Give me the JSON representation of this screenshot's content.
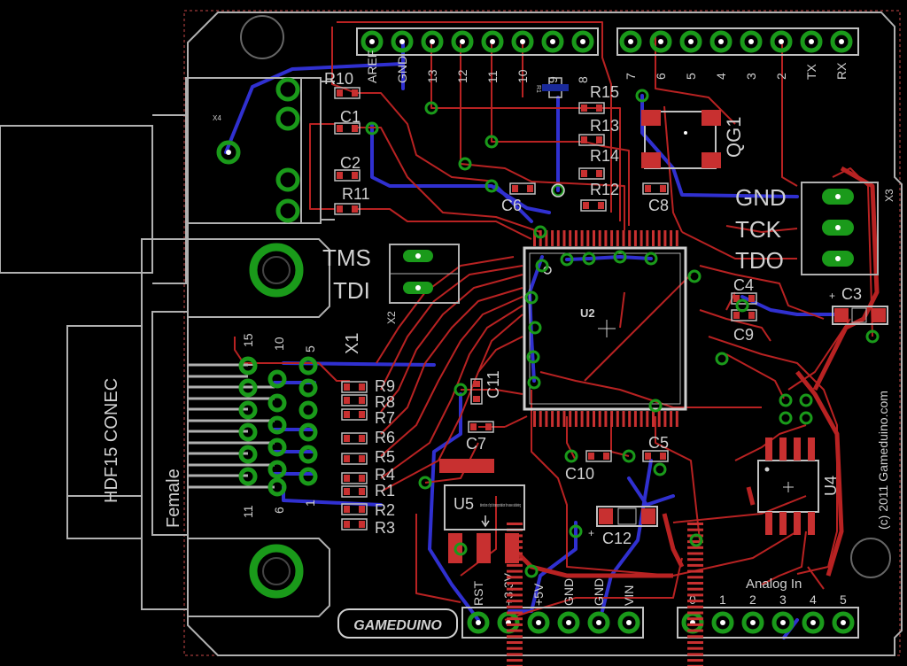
{
  "colors": {
    "background": "#000000",
    "outline": "#c8c8c8",
    "top_copper": "#b82222",
    "bottom_copper": "#3030d0",
    "pad": "#1a9a1a",
    "smd_pad": "#c83030",
    "silk": "#d0d0d0",
    "dimension": "#c84848"
  },
  "header_top_left": {
    "pins": [
      "AREF",
      "GND",
      "13",
      "12",
      "11",
      "10",
      "9",
      "8"
    ]
  },
  "header_top_right": {
    "pins": [
      "7",
      "6",
      "5",
      "4",
      "3",
      "2",
      "TX",
      "RX"
    ]
  },
  "header_power": {
    "pins": [
      "RST",
      "+3.3V",
      "+5V",
      "GND",
      "GND",
      "VIN"
    ]
  },
  "header_analog": {
    "title": "Analog In",
    "pins": [
      "0",
      "1",
      "2",
      "3",
      "4",
      "5"
    ]
  },
  "jtag": {
    "labels": [
      "GND",
      "TCK",
      "TDO"
    ],
    "ref": "X3"
  },
  "jtag2": {
    "labels": [
      "TMS",
      "TDI"
    ],
    "ref": "X2"
  },
  "connector": {
    "title": "HDF15 CONEC",
    "subtitle": "Female",
    "ref": "X1",
    "pin_numbers": [
      "15",
      "10",
      "5",
      "11",
      "6",
      "1"
    ]
  },
  "audio_jack_ref": "X4",
  "chips": {
    "main": "U2",
    "regulator": "U5",
    "regulator_note": "direction of pcb transportation for wave soldering",
    "flash": "U4",
    "crystal": "QG1"
  },
  "resistors": [
    "R10",
    "R11",
    "R15",
    "R13",
    "R14",
    "R12",
    "R9",
    "R8",
    "R7",
    "R6",
    "R5",
    "R4",
    "R1",
    "R2",
    "R3"
  ],
  "capacitors": [
    "C1",
    "C2",
    "C6",
    "C8",
    "C4",
    "C9",
    "C11",
    "C7",
    "C3",
    "C10",
    "C5",
    "C12"
  ],
  "copyright": "(c) 2011 Gameduino.com",
  "logo": "GAMEDUINO",
  "small_marks": {
    "r1_vertical": "R1",
    "c11_plus": "+",
    "c12_plus": "+"
  }
}
